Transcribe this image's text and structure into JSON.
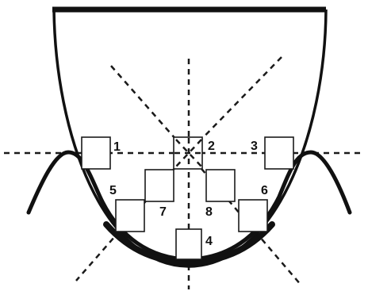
{
  "diagram": {
    "colors": {
      "outline": "#111111",
      "dashed_lines": "#1a1a1a",
      "boxes": "#1a1a1a",
      "background": "#ffffff"
    },
    "position_labels": [
      "1",
      "2",
      "3",
      "4",
      "5",
      "6",
      "7",
      "8"
    ]
  }
}
